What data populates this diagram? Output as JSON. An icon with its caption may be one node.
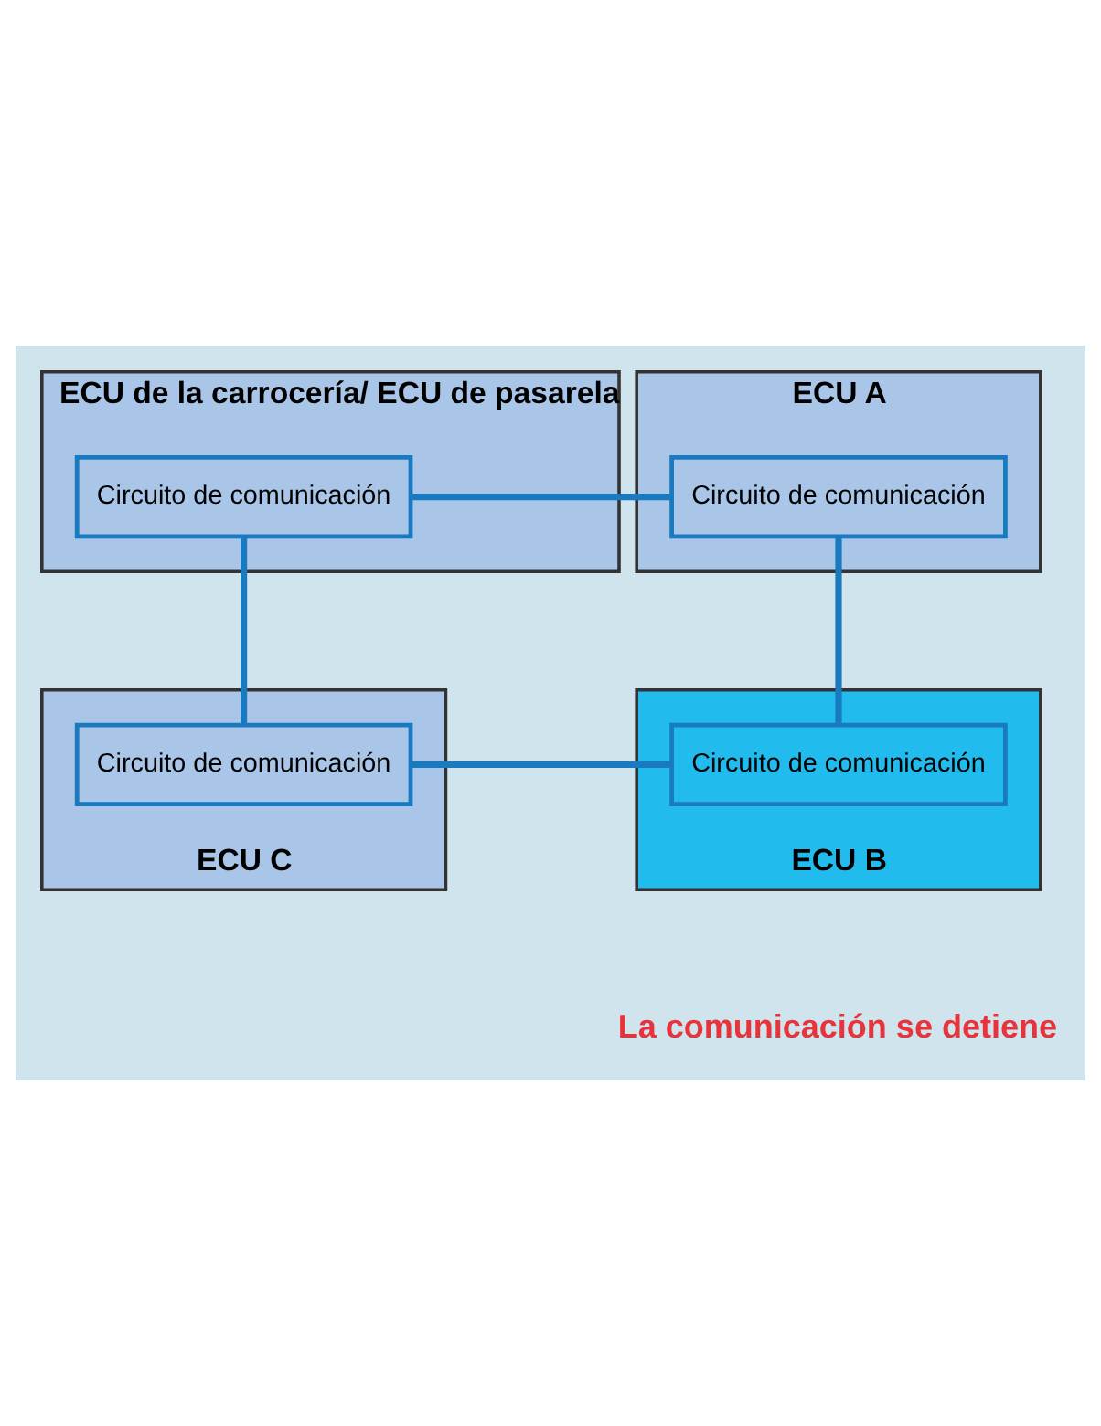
{
  "diagram": {
    "nodes": [
      {
        "text": [
          "ECU de la carrocería/ ECU de pasarela"
        ]
      },
      {
        "text": [
          "Circuito de comunicación"
        ],
        "in": 0
      },
      {
        "text": [
          "ECU A"
        ]
      },
      {
        "text": [
          "Circuito de comunicación"
        ],
        "in": 2
      },
      {
        "text": [
          "ECU C"
        ]
      },
      {
        "text": [
          "Circuito de comunicación"
        ],
        "in": 4
      },
      {
        "text": [
          "ECU B"
        ]
      },
      {
        "text": [
          "Circuito de comunicación"
        ],
        "in": 6
      }
    ],
    "edges": [
      {
        "from": 1,
        "to": 3,
        "arrow": "none"
      },
      {
        "from": 1,
        "to": 5,
        "arrow": "none"
      },
      {
        "from": 3,
        "to": 7,
        "arrow": "none"
      },
      {
        "from": 5,
        "to": 7,
        "arrow": "none"
      }
    ],
    "labels": [
      "La comunicación se detiene"
    ]
  }
}
